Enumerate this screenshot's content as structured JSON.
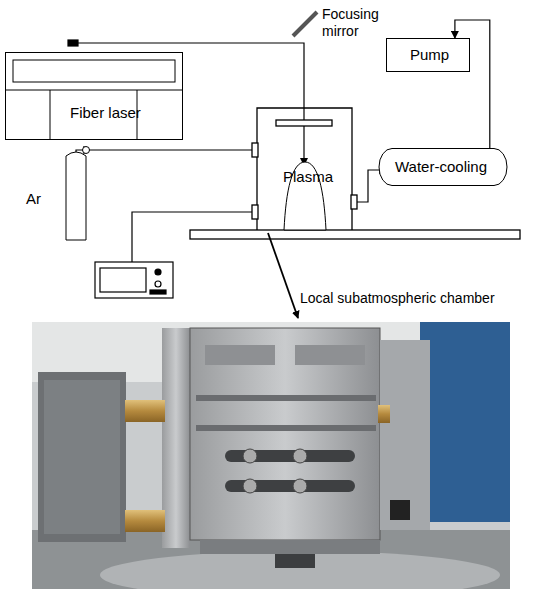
{
  "diagram": {
    "nodes": [
      {
        "text": [
          "Fiber laser"
        ]
      },
      {
        "text": [
          "Pump"
        ]
      },
      {
        "text": [
          "Ar"
        ]
      },
      {
        "text": [
          "Plasma"
        ]
      },
      {
        "text": [
          "Water-cooling"
        ]
      }
    ],
    "edges": [
      {
        "from": 4,
        "to": 1,
        "arrow": "to"
      }
    ],
    "labels": [
      "Focusing mirror",
      "Local subatmospheric chamber"
    ]
  }
}
